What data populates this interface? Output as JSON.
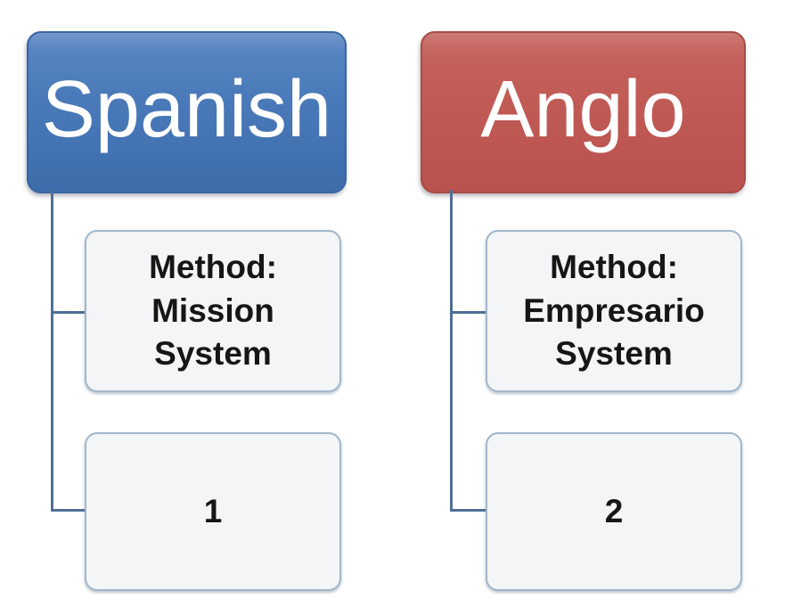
{
  "diagram": {
    "type": "hierarchy",
    "background": "#ffffff",
    "connector_color": "#4f6f96",
    "child_box_fill": "#f4f5f6",
    "child_box_border": "#a2b7cb",
    "branches": [
      {
        "label": "Spanish",
        "accent_color": "#4a7ab9",
        "method": "Method:\nMission\nSystem",
        "number": "1"
      },
      {
        "label": "Anglo",
        "accent_color": "#c05a55",
        "method": "Method:\nEmpresario\nSystem",
        "number": "2"
      }
    ]
  }
}
